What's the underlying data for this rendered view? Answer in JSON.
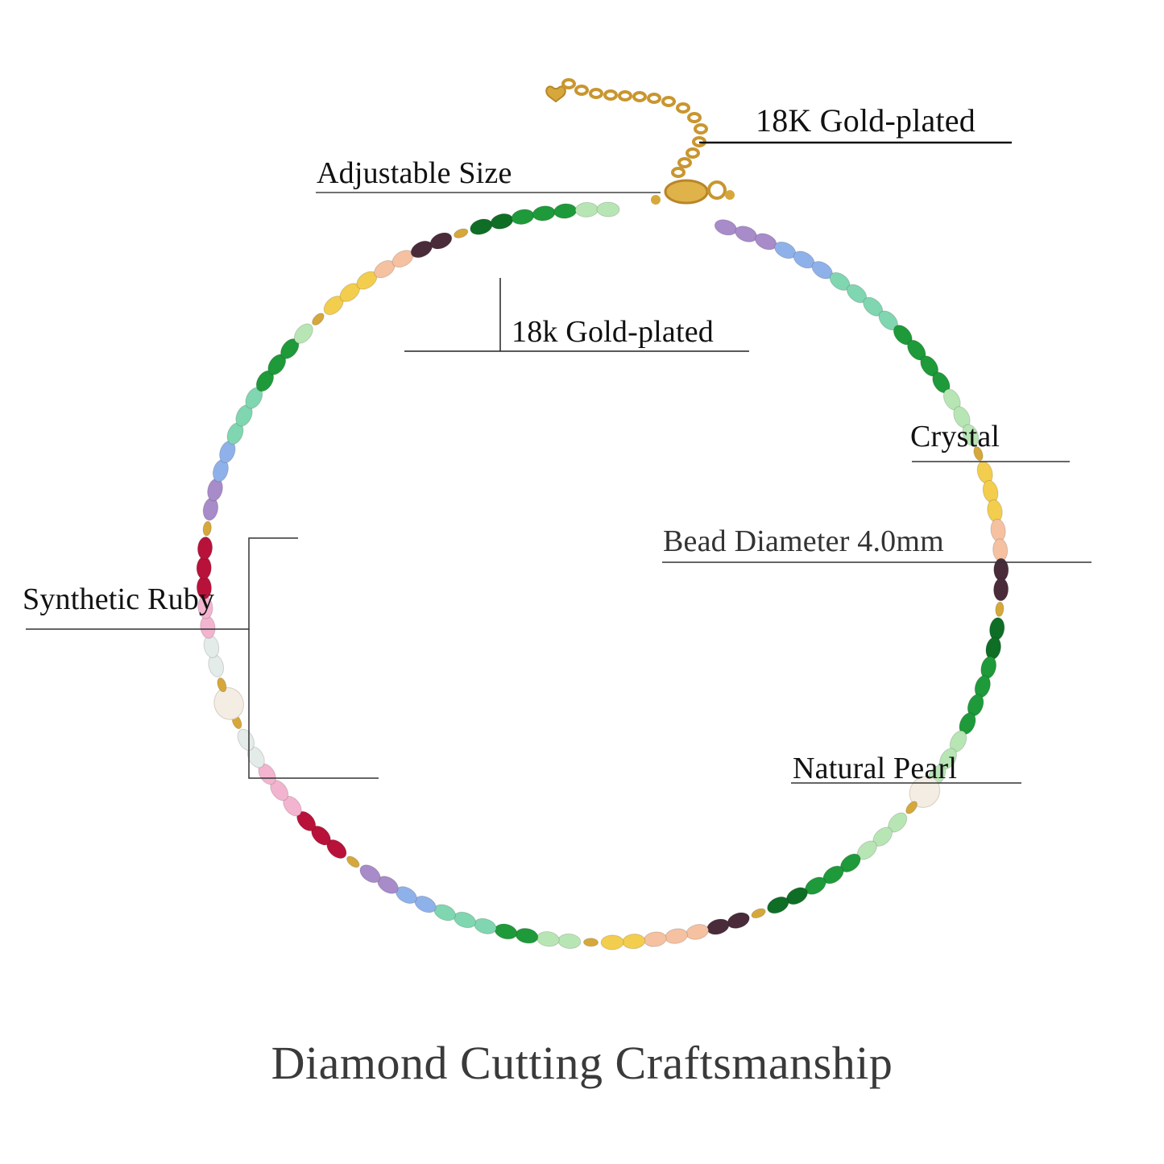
{
  "labels": {
    "gold_top": "18K Gold-plated",
    "adjustable": "Adjustable Size",
    "gold_mid": "18k Gold-plated",
    "crystal": "Crystal",
    "diameter": "Bead Diameter 4.0mm",
    "ruby": "Synthetic Ruby",
    "pearl": "Natural Pearl"
  },
  "caption": "Diamond Cutting Craftsmanship",
  "colors": {
    "text": "#111111",
    "caption": "#3a3a3a",
    "gold": "#d6a83b",
    "ruby": "#b8123a",
    "green": "#1e9a3a",
    "dark_green": "#0f6e25",
    "mint": "#7fd6b0",
    "blue": "#8fb1ea",
    "lavender": "#a88bc9",
    "yellow": "#f3cd4d",
    "peach": "#f6c1a1",
    "pink": "#f3b4cf",
    "white": "#e4ece9",
    "garnet": "#4a2b3a",
    "pale_green": "#b7e6b4",
    "pearl": "#f4ede4"
  }
}
